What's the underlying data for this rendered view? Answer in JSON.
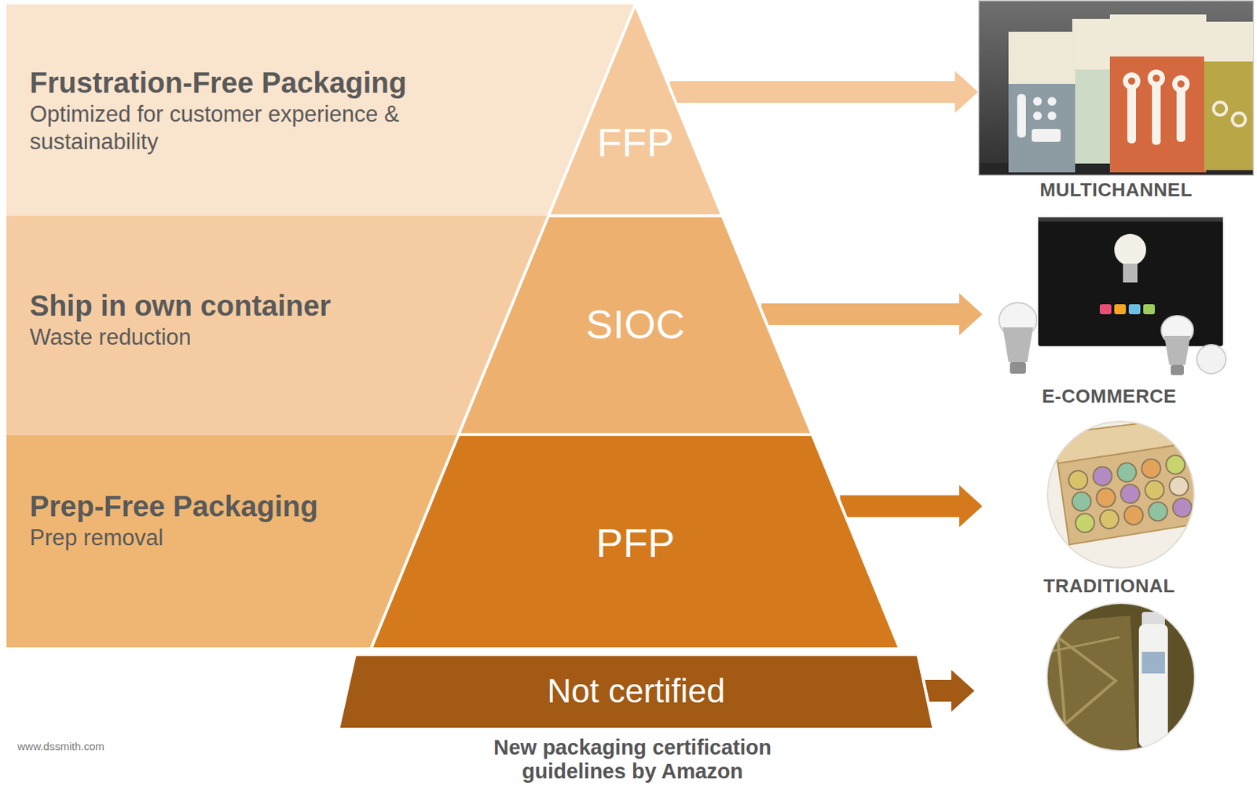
{
  "diagram": {
    "caption": "New packaging certification guidelines by Amazon",
    "nodes": [
      {
        "text": [
          "Frustration-Free Packaging",
          "Optimized for customer experience & sustainability"
        ]
      },
      {
        "text": [
          "FFP"
        ]
      },
      {
        "text": [
          "MULTICHANNEL"
        ]
      },
      {
        "text": [
          "Ship in own container",
          "Waste reduction"
        ]
      },
      {
        "text": [
          "SIOC"
        ]
      },
      {
        "text": [
          "E-COMMERCE"
        ]
      },
      {
        "text": [
          "Prep-Free Packaging",
          "Prep removal"
        ]
      },
      {
        "text": [
          "PFP"
        ]
      },
      {
        "text": [
          "TRADITIONAL"
        ]
      },
      {
        "text": [
          "Not certified"
        ]
      }
    ],
    "edges": [
      {
        "from": 1,
        "to": 2,
        "arrow": "to"
      },
      {
        "from": 4,
        "to": 5,
        "arrow": "to"
      },
      {
        "from": 7,
        "to": 8,
        "arrow": "to"
      }
    ],
    "labels": [
      "www.dssmith.com"
    ]
  }
}
